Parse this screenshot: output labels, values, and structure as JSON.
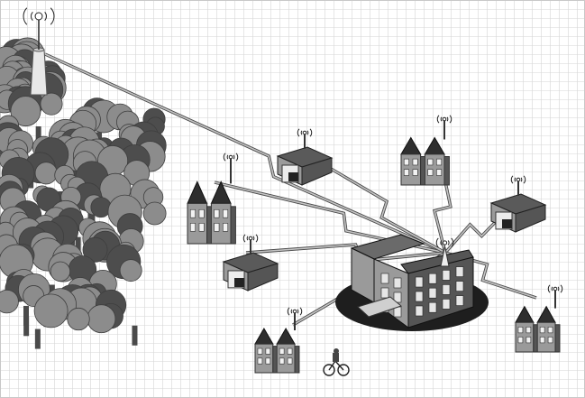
{
  "canvas": {
    "background": "#ffffff",
    "grid_color": "#d6d6d6",
    "border_color": "#c8c8c8"
  },
  "colors": {
    "link": "#8a8a8a",
    "link_edge": "#4a4a4a",
    "tree_light": "#8c8c8c",
    "tree_dark": "#4d4d4d",
    "trunk": "#4a4a4a",
    "shadow": "#1e1e1e",
    "brick_light": "#9a9a9a",
    "brick_dark": "#555555",
    "roof": "#2e2e2e"
  },
  "nodes": [
    {
      "id": "tower",
      "kind": "antenna-tower",
      "icon": "radio-tower-icon"
    },
    {
      "id": "forest",
      "kind": "forest",
      "icon": "tree-icon"
    },
    {
      "id": "hub",
      "kind": "hub-building",
      "icon": "office-building-icon"
    },
    {
      "id": "shop-top",
      "kind": "shop",
      "icon": "storefront-icon"
    },
    {
      "id": "shop-mid",
      "kind": "shop",
      "icon": "storefront-icon"
    },
    {
      "id": "shop-right",
      "kind": "shop",
      "icon": "storefront-icon"
    },
    {
      "id": "houses-left",
      "kind": "houses",
      "icon": "townhouse-icon"
    },
    {
      "id": "houses-topright",
      "kind": "houses",
      "icon": "townhouse-icon"
    },
    {
      "id": "houses-bottom",
      "kind": "houses",
      "icon": "townhouse-icon"
    },
    {
      "id": "houses-right",
      "kind": "houses",
      "icon": "townhouse-icon"
    },
    {
      "id": "cyclist",
      "kind": "bicycle",
      "icon": "bicycle-icon"
    }
  ],
  "links": [
    {
      "from": "tower",
      "to": "hub",
      "style": "zigzag"
    },
    {
      "from": "houses-left",
      "to": "hub",
      "style": "zigzag"
    },
    {
      "from": "shop-top",
      "to": "hub",
      "style": "zigzag"
    },
    {
      "from": "houses-topright",
      "to": "hub",
      "style": "zigzag"
    },
    {
      "from": "shop-right",
      "to": "hub",
      "style": "zigzag"
    },
    {
      "from": "shop-mid",
      "to": "hub",
      "style": "zigzag"
    },
    {
      "from": "houses-right",
      "to": "hub",
      "style": "zigzag"
    },
    {
      "from": "houses-bottom",
      "to": "hub",
      "style": "zigzag"
    }
  ]
}
